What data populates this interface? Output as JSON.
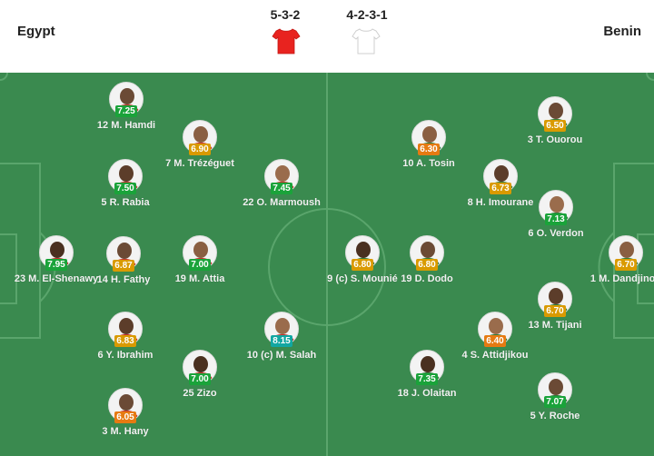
{
  "header": {
    "home_team": "Egypt",
    "away_team": "Benin",
    "home_formation": "5-3-2",
    "away_formation": "4-2-3-1",
    "home_shirt_color": "#e8231f",
    "away_shirt_color": "#ffffff"
  },
  "colors": {
    "pitch": "#3a8a4f",
    "rating_green": "#1aa33a",
    "rating_yellow": "#d99a00",
    "rating_orange": "#e67a12",
    "rating_teal": "#12a7a2"
  },
  "home_players": [
    {
      "number": "12",
      "name": "M. Hamdi",
      "rating": "7.25",
      "rating_color": "#1aa33a"
    },
    {
      "number": "7",
      "name": "M. Trézéguet",
      "rating": "6.90",
      "rating_color": "#d99a00"
    },
    {
      "number": "5",
      "name": "R. Rabia",
      "rating": "7.50",
      "rating_color": "#1aa33a"
    },
    {
      "number": "22",
      "name": "O. Marmoush",
      "rating": "7.45",
      "rating_color": "#1aa33a"
    },
    {
      "number": "23",
      "name": "M. El-Shenawy",
      "rating": "7.95",
      "rating_color": "#1aa33a"
    },
    {
      "number": "14",
      "name": "H. Fathy",
      "rating": "6.87",
      "rating_color": "#d99a00"
    },
    {
      "number": "19",
      "name": "M. Attia",
      "rating": "7.00",
      "rating_color": "#1aa33a"
    },
    {
      "number": "6",
      "name": "Y. Ibrahim",
      "rating": "6.83",
      "rating_color": "#d99a00"
    },
    {
      "number": "10",
      "name": "(c) M. Salah",
      "rating": "8.15",
      "rating_color": "#12a7a2"
    },
    {
      "number": "25",
      "name": "Zizo",
      "rating": "7.00",
      "rating_color": "#1aa33a"
    },
    {
      "number": "3",
      "name": "M. Hany",
      "rating": "6.05",
      "rating_color": "#e67a12"
    }
  ],
  "away_players": [
    {
      "number": "3",
      "name": "T. Ouorou",
      "rating": "6.50",
      "rating_color": "#d99a00"
    },
    {
      "number": "10",
      "name": "A. Tosin",
      "rating": "6.30",
      "rating_color": "#e67a12"
    },
    {
      "number": "8",
      "name": "H. Imourane",
      "rating": "6.73",
      "rating_color": "#d99a00"
    },
    {
      "number": "6",
      "name": "O. Verdon",
      "rating": "7.13",
      "rating_color": "#1aa33a"
    },
    {
      "number": "9",
      "name": "(c) S. Mounié",
      "rating": "6.80",
      "rating_color": "#d99a00"
    },
    {
      "number": "19",
      "name": "D. Dodo",
      "rating": "6.80",
      "rating_color": "#d99a00"
    },
    {
      "number": "1",
      "name": "M. Dandjinou",
      "rating": "6.70",
      "rating_color": "#d99a00"
    },
    {
      "number": "13",
      "name": "M. Tijani",
      "rating": "6.70",
      "rating_color": "#d99a00"
    },
    {
      "number": "4",
      "name": "S. Attidjikou",
      "rating": "6.40",
      "rating_color": "#e67a12"
    },
    {
      "number": "18",
      "name": "J. Olaitan",
      "rating": "7.35",
      "rating_color": "#1aa33a"
    },
    {
      "number": "5",
      "name": "Y. Roche",
      "rating": "7.07",
      "rating_color": "#1aa33a"
    }
  ]
}
